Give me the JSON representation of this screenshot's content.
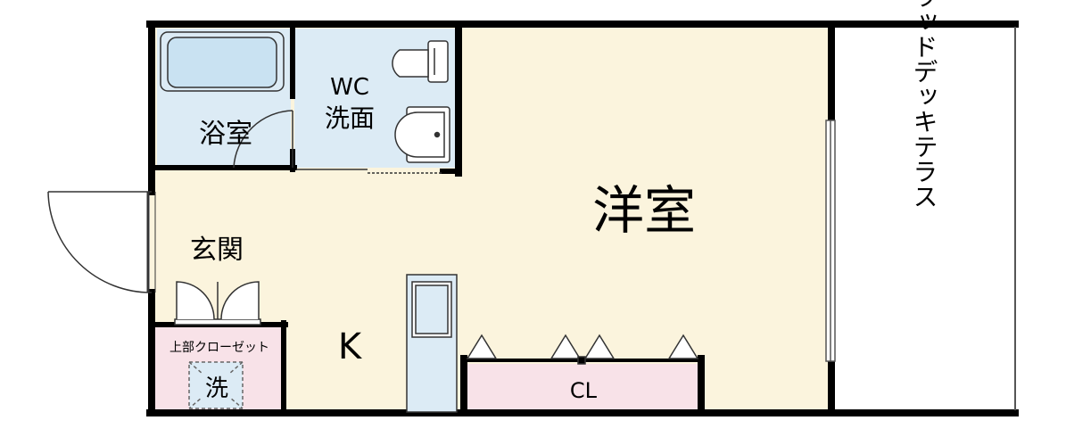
{
  "rooms": {
    "bath": "浴室",
    "wc_line1": "WC",
    "wc_line2": "洗面",
    "western": "洋室",
    "entrance": "玄関",
    "kitchen": "K",
    "upper_closet": "上部クローゼット",
    "washer": "洗",
    "closet": "CL",
    "deck": "ウッドデッキテラス"
  },
  "colors": {
    "floor": "#fbf4dd",
    "wet": "#dcebf5",
    "closet": "#f8e2e8",
    "wall": "#000000",
    "fixture": "#c9e2f2"
  }
}
